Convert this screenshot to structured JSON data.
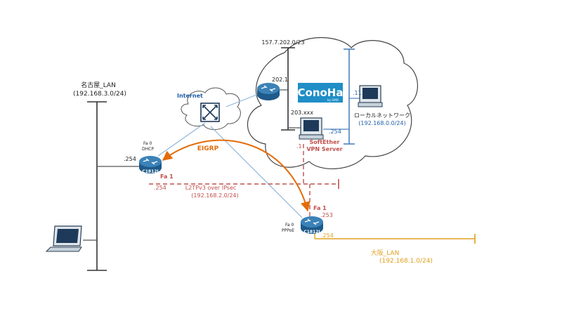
{
  "colors": {
    "line": "#333333",
    "cloud_line": "#444444",
    "vpn_link": "#c0504d",
    "eigrp": "#e36c09",
    "osaka": "#e0a020",
    "local_lan": "#4f81bd",
    "internet_link": "#8fb4d9",
    "label_blue": "#1f5fa8",
    "router_body": "#1e5a8a",
    "router_top": "#3b82b8",
    "conoha_bg": "#1f8ec6"
  },
  "icons": [
    "router-icon",
    "server-icon",
    "laptop-icon",
    "internet-cloud-icon",
    "conoha-logo"
  ],
  "nagoya": {
    "title": "名古屋_LAN",
    "subnet": "(192.168.3.0/24)",
    "lan_ip": ".254"
  },
  "internet": {
    "label": "Internet"
  },
  "router_nagoya": {
    "model": "C1812J",
    "fa0": "Fa 0",
    "dhcp": "DHCP",
    "fa1": "Fa 1",
    "fa1_ip": ".254"
  },
  "cloud": {
    "subnet": "157.7.202.0/23",
    "router_ip": "202.1",
    "server_ip": "203.xxx",
    "logo": "ConoHa",
    "logo_sub": "by GMO"
  },
  "server": {
    "name_line1": "SoftEther",
    "name_line2": "VPN Server",
    "tunnel_ip": ".1",
    "local_ip": ".254"
  },
  "local_lan": {
    "label": "ローカルネットワーク",
    "subnet": "(192.168.0.0/24)",
    "host_ip": ".11"
  },
  "eigrp": {
    "label": "EIGRP"
  },
  "tunnel": {
    "label": "L2TPv3 over IPsec",
    "subnet": "(192.168.2.0/24)"
  },
  "router_osaka": {
    "model": "C1812J",
    "fa0": "Fa 0",
    "pppoe": "PPPoE",
    "fa1": "Fa 1",
    "fa1_ip": ".253",
    "lan_ip": ".254"
  },
  "osaka": {
    "title": "大阪_LAN",
    "subnet": "(192.168.1.0/24)"
  }
}
